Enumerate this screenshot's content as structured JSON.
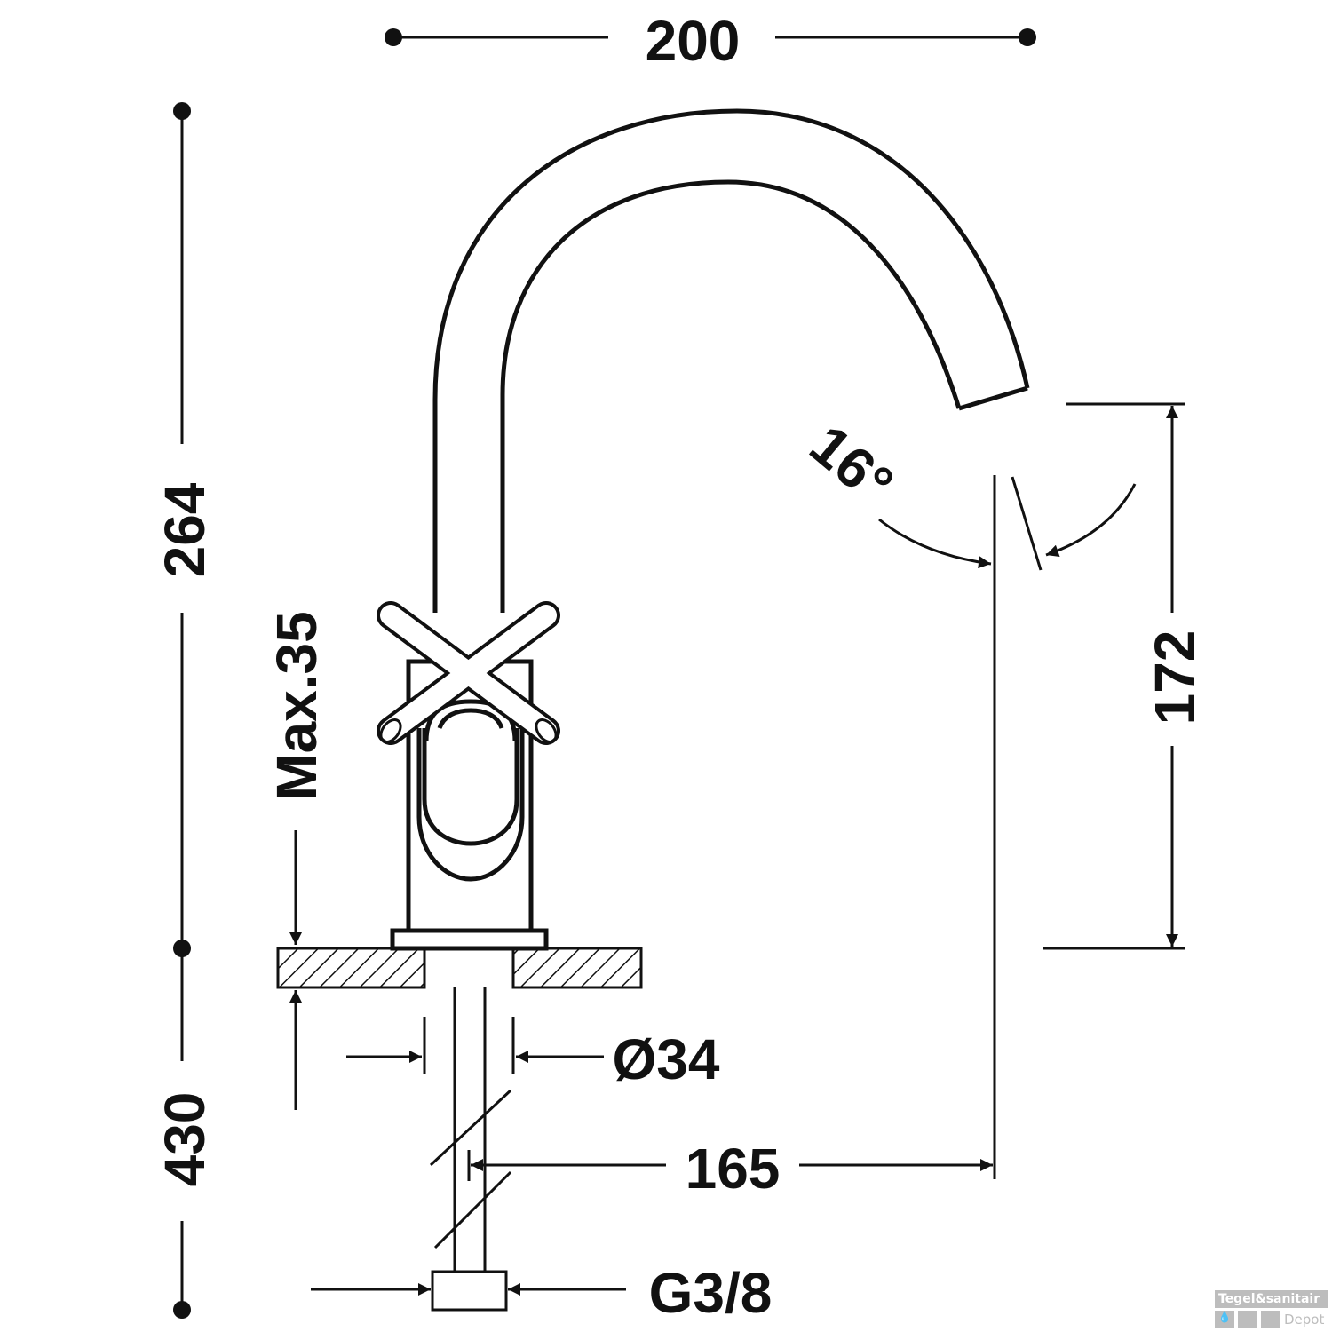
{
  "dimensions": {
    "width": "200",
    "height_spout": "264",
    "max_thickness": "Max.35",
    "hole_diameter": "Ø34",
    "reach": "165",
    "spout_height": "172",
    "angle": "16°",
    "total": "430",
    "connection": "G3/8"
  },
  "watermark": {
    "brand": "Tegel&sanitair",
    "sub": "Depot"
  }
}
